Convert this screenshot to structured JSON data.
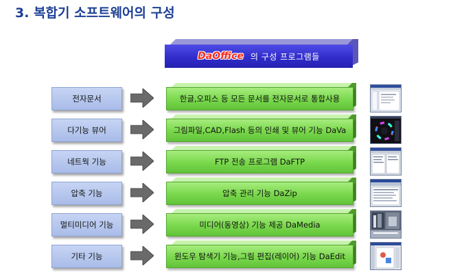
{
  "title": {
    "number": "3.",
    "text": "복합기 소프트웨어의 구성"
  },
  "header": {
    "brand": "DaOffice",
    "rest": "의 구성 프로그램들"
  },
  "rows": [
    {
      "category": "전자문서",
      "description": "한글,오피스 등 모든 문서를 전자문서로 통합사용",
      "screenshot": "document-viewer-thumbnail"
    },
    {
      "category": "다기능 뷰어",
      "description": "그림파일,CAD,Flash 등의 인쇄 및 뷰어 기능 DaVa",
      "screenshot": "color-wheel-viewer-thumbnail"
    },
    {
      "category": "네트웍 기능",
      "description": "FTP 전송 프로그램 DaFTP",
      "screenshot": "ftp-window-thumbnail"
    },
    {
      "category": "압축 기능",
      "description": "압축 관리 기능 DaZip",
      "screenshot": "zip-manager-thumbnail"
    },
    {
      "category": "멀티미디어 기능",
      "description": "미디어(동영상) 기능 제공 DaMedia",
      "screenshot": "media-player-thumbnail"
    },
    {
      "category": "기타 기능",
      "description": "윈도우 탐색기 기능,그림 편집(레이어) 기능 DaEdit",
      "screenshot": "image-editor-thumbnail"
    }
  ],
  "colors": {
    "title": "#1c3f94",
    "header_face": "#2f2bc9",
    "brand": "#ff2a1a",
    "category_box": "#b6c6ee",
    "description_box": "#79d84c",
    "arrow": "#6a6a6a"
  }
}
